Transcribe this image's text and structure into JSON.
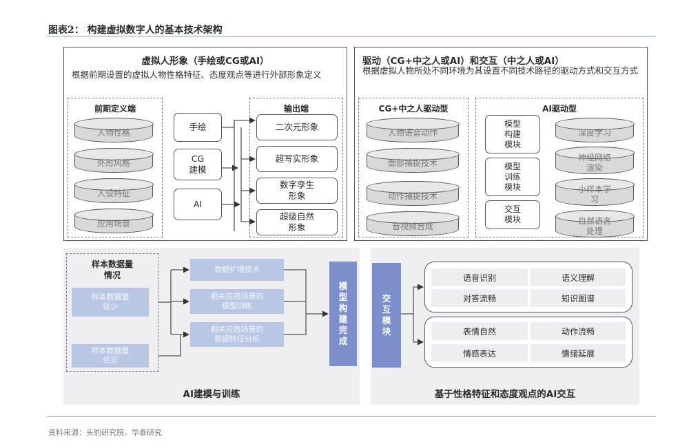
{
  "figure_title": "图表2： 构建虚拟数字人的基本技术架构",
  "left_panel": {
    "title": "虚拟人形象（手绘或CG或AI）",
    "desc": "根据前期设置的虚拟人物性格特征、态度观点等进行外部形象定义",
    "prestage_label": "前期定义端",
    "prestage_items": [
      "人物性格",
      "外形风格",
      "人设特征",
      "应用场景"
    ],
    "methods": [
      "手绘",
      "CG\n建模",
      "AI"
    ],
    "output_label": "输出端",
    "outputs": [
      "二次元形象",
      "超写实形象",
      "数字孪生\n形象",
      "超级自然\n形象"
    ]
  },
  "right_panel": {
    "title": "驱动（CG+中之人或AI）和交互（中之人或AI）",
    "desc": "根据虚拟人物所处不同环境为其设置不同技术路径的驱动方式和交互方式",
    "cg_label": "CG+中之人驱动型",
    "cg_items": [
      "人物语音动作",
      "面部捕捉技术",
      "动作捕捉技术",
      "音视频合成"
    ],
    "ai_label": "AI驱动型",
    "ai_modules": [
      "模型\n构建\n模块",
      "模型\n训练\n模块",
      "交互\n模块"
    ],
    "ai_items": [
      "深度学习",
      "神经网络\n渲染",
      "小样本学\n习",
      "自然语言\n处理"
    ]
  },
  "bottom_left": {
    "sample_label": "样本数据量\n情况",
    "sample_boxes": [
      "样本数据量\n较少",
      "样本数据量\n充足"
    ],
    "tech_boxes": [
      "数据扩增技术",
      "相关应用场景的\n模型训练",
      "相关应用场景的\n数据特征分析"
    ],
    "bar": "模\n型\n构\n建\n完\n成",
    "caption": "AI建模与训练"
  },
  "bottom_right": {
    "bar": "交\n互\n模\n块",
    "group1": [
      "语音识别",
      "语义理解",
      "对答流畅",
      "知识图谱"
    ],
    "group2": [
      "表情自然",
      "动作流畅",
      "情感表达",
      "情绪延展"
    ],
    "caption": "基于性格特征和态度观点的AI交互"
  },
  "footer": "资料来源：头豹研究院，华泰研究"
}
